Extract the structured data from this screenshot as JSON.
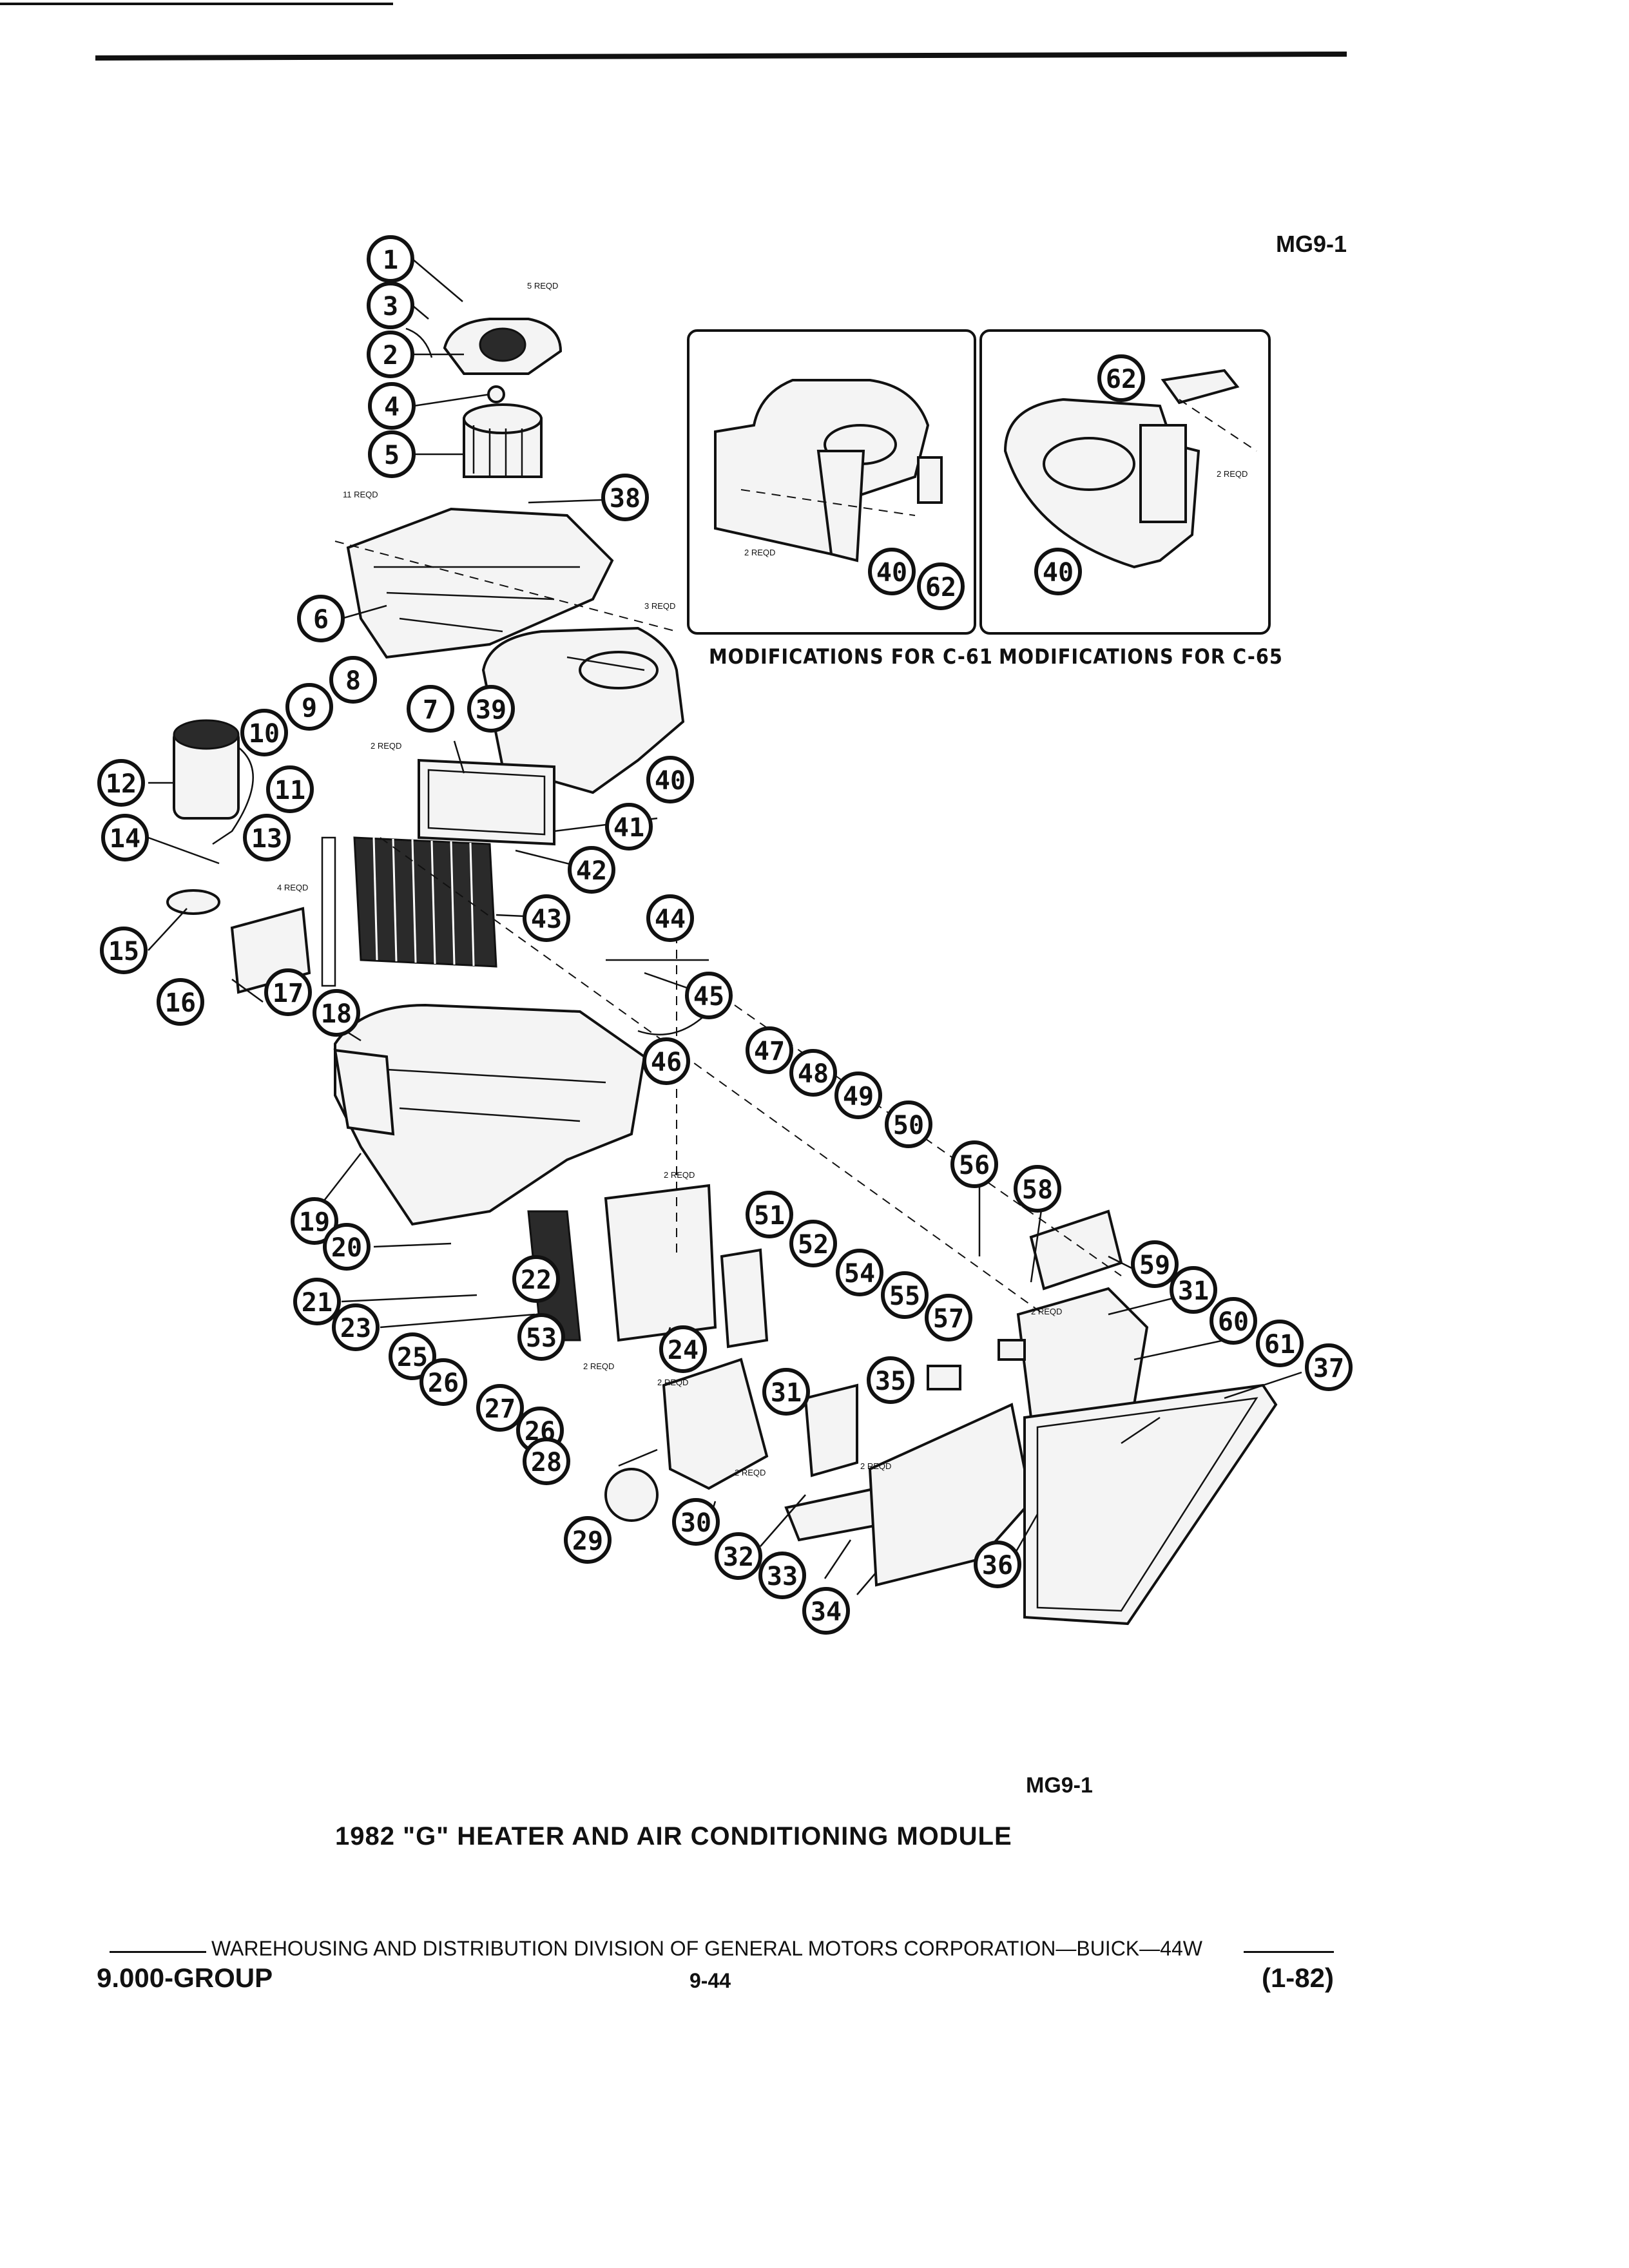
{
  "header": {
    "figure_code_top": "MG9-1"
  },
  "insets": [
    {
      "caption": "MODIFICATIONS FOR C-61"
    },
    {
      "caption": "MODIFICATIONS FOR C-65"
    }
  ],
  "callouts": [
    "1",
    "2",
    "3",
    "4",
    "5",
    "6",
    "7",
    "8",
    "9",
    "10",
    "11",
    "12",
    "13",
    "14",
    "15",
    "16",
    "17",
    "18",
    "19",
    "20",
    "21",
    "22",
    "23",
    "24",
    "25",
    "26",
    "27",
    "28",
    "29",
    "30",
    "31",
    "32",
    "33",
    "34",
    "35",
    "36",
    "37",
    "38",
    "39",
    "40",
    "41",
    "42",
    "43",
    "44",
    "45",
    "46",
    "47",
    "48",
    "49",
    "50",
    "51",
    "52",
    "53",
    "54",
    "55",
    "56",
    "57",
    "58",
    "59",
    "60",
    "61",
    "62"
  ],
  "notes": {
    "req5": "5 REQD",
    "req11": "11 REQD",
    "req3": "3 REQD",
    "req2": "2 REQD",
    "req4": "4 REQD"
  },
  "figure": {
    "code": "MG9-1",
    "title": "1982 \"G\" HEATER AND AIR CONDITIONING MODULE"
  },
  "footer": {
    "publisher": "WAREHOUSING AND DISTRIBUTION  DIVISION OF GENERAL MOTORS CORPORATION—BUICK—44W",
    "group": "9.000-GROUP",
    "page": "9-44",
    "date": "(1-82)"
  }
}
